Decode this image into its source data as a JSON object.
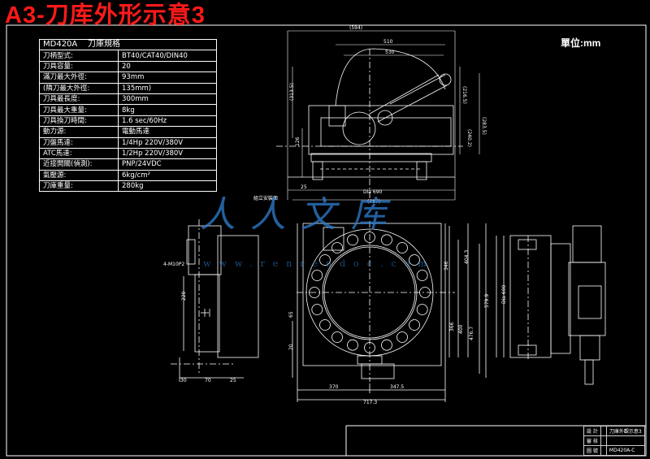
{
  "title": "A3-刀库外形示意3",
  "unit_label": "單位:mm",
  "spec_table": {
    "model": "MD420A",
    "heading": "刀庫規格",
    "rows": [
      {
        "key": "刀柄型式:",
        "value": "BT40/CAT40/DIN40"
      },
      {
        "key": "刀具容量:",
        "value": "20"
      },
      {
        "key": "滿刀最大外徑:",
        "value": "93mm"
      },
      {
        "key": "(隣刀最大外徑:",
        "value": "135mm)"
      },
      {
        "key": "刀具最長度:",
        "value": "300mm"
      },
      {
        "key": "刀具最大重量:",
        "value": "8kg"
      },
      {
        "key": "刀具換刀時間:",
        "value": "1.6 sec/60Hz"
      },
      {
        "key": "動力源:",
        "value": "電動馬達"
      },
      {
        "key": "刀盤馬達:",
        "value": "1/4Hp   220V/380V"
      },
      {
        "key": "ATC馬達:",
        "value": "1/2Hp   220V/380V"
      },
      {
        "key": "近接開關(偵測):",
        "value": "PNP/24VDC"
      },
      {
        "key": "氣壓源:",
        "value": "6kg/cm²"
      },
      {
        "key": "刀庫重量:",
        "value": "280kg"
      }
    ]
  },
  "watermark": {
    "main": "人人文库",
    "url": "www.renrendoc.com"
  },
  "dimensions": {
    "top_view": [
      "(594)",
      "510",
      "530",
      "(313.5)",
      "(216.5)",
      "(283.5)",
      "(240.2)",
      "126",
      "25",
      "Dia 690",
      "(787)",
      "組立安裝面"
    ],
    "side_view": [
      "4-M10P2",
      "220",
      "30",
      "70",
      "25"
    ],
    "front_view": [
      "20",
      "65",
      "370",
      "347.5",
      "717.3",
      "346",
      "404.3",
      "579.9",
      "366",
      "400",
      "476.7"
    ],
    "right_view": [
      "Dia 690"
    ]
  },
  "title_block": {
    "rows": [
      [
        "設  計",
        "",
        "刀庫外觀示意3"
      ],
      [
        "審  核",
        "",
        ""
      ],
      [
        "圖  號",
        "",
        "MD420A-C"
      ]
    ]
  },
  "colors": {
    "background": "#000000",
    "line": "#ffffff",
    "title": "#ff1a1a",
    "watermark": "#2f7fd0"
  }
}
